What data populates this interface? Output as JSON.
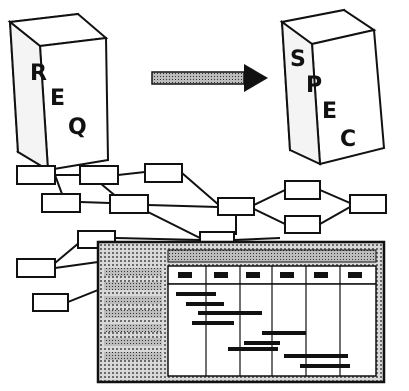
{
  "books": {
    "left_letters": [
      "R",
      "E",
      "Q"
    ],
    "right_letters": [
      "S",
      "P",
      "E",
      "C"
    ]
  },
  "arrow": {
    "direction": "right"
  },
  "colors": {
    "ink": "#111111",
    "paper": "#ffffff",
    "shade": "#bdbdbd"
  },
  "network": {
    "node_count": 13
  },
  "gantt": {
    "task_bar_count": 9,
    "column_count": 6
  }
}
